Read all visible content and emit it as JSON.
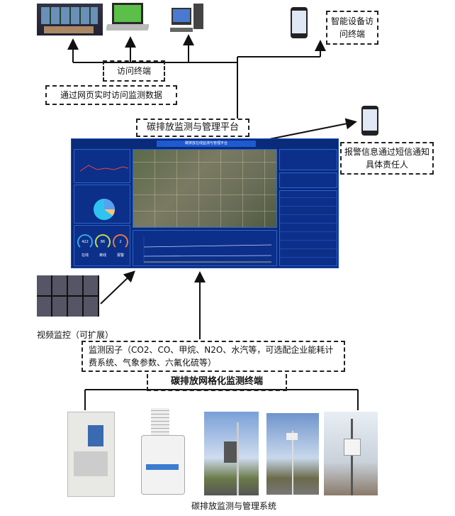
{
  "top": {
    "access_terminal": "访问终端",
    "web_access": "通过网页实时访问监测数据",
    "smart_device": "智能设备访问终端",
    "platform": "碳排放监测与管理平台",
    "sms_alert": "报警信息通过短信通知具体责任人"
  },
  "dashboard": {
    "title": "碳排放在线监测与管理平台",
    "gauges": [
      {
        "value": "422",
        "label": "在线"
      },
      {
        "value": "86",
        "label": "离线"
      },
      {
        "value": "2",
        "label": "报警"
      }
    ]
  },
  "video": {
    "label": "视频监控（可扩展）"
  },
  "factors": {
    "text": "监测因子（CO2、CO、甲烷、N2O、水汽等，可选配企业能耗计费系统、气象参数、六氟化硫等）"
  },
  "grid_terminal": {
    "title": "碳排放网格化监测终端"
  },
  "caption": "碳排放监测与管理系统",
  "colors": {
    "dashboard_bg": "#0a2a7a",
    "accent": "#2a66d0"
  }
}
